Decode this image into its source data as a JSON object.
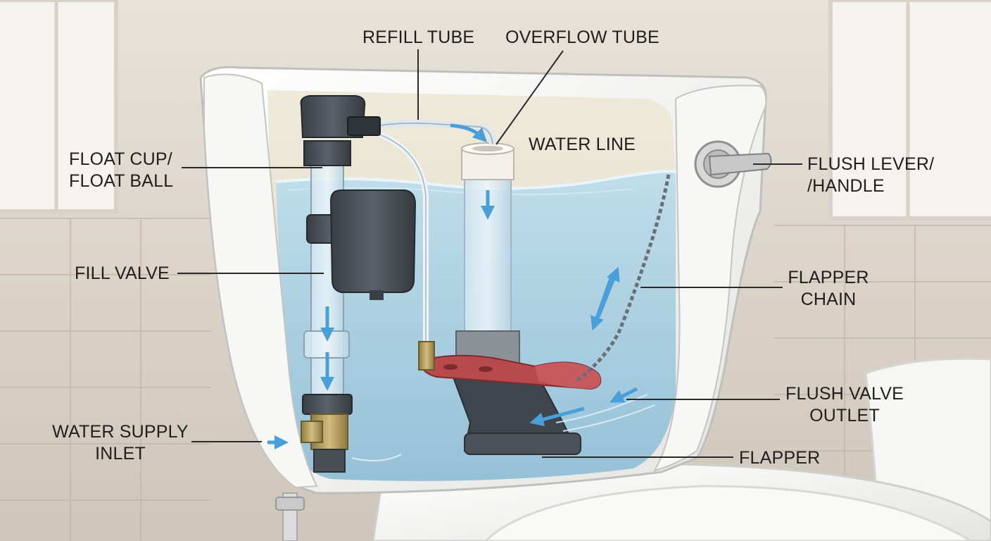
{
  "labels": {
    "refill_tube": "REFILL TUBE",
    "overflow_tube": "OVERFLOW TUBE",
    "water_line": "WATER LINE",
    "float_cup": [
      "FLOAT CUP/",
      "FLOAT BALL"
    ],
    "fill_valve": "FILL VALVE",
    "water_supply_inlet": [
      "WATER SUPPLY",
      "INLET"
    ],
    "flush_lever": [
      "FLUSH LEVER/",
      "/HANDLE"
    ],
    "flapper_chain": [
      "FLAPPER",
      "CHAIN"
    ],
    "flush_valve_outlet": [
      "FLUSH VALVE",
      "OUTLET"
    ],
    "flapper": "FLAPPER"
  },
  "colors": {
    "water": "#a9cfe3",
    "flow_arrow": "#4a9fd8",
    "flapper": "#b8494d",
    "porcelain": "#f3f3f1",
    "valve_dark": "#4a4f55",
    "brass": "#b39a5a"
  }
}
